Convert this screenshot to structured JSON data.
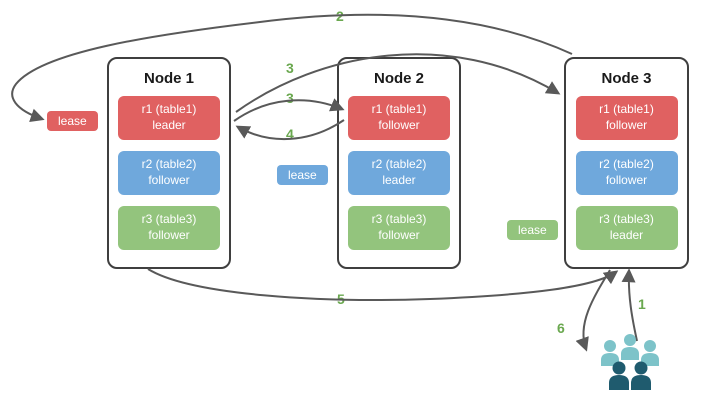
{
  "colors": {
    "replica_red": "#e06161",
    "replica_blue": "#6fa8dc",
    "replica_green": "#93c47d",
    "arrow": "#595959",
    "step_label": "#6aa84f",
    "node_border": "#3f3f3f",
    "client_light": "#7dc3c9",
    "client_dark": "#1f5b6e"
  },
  "nodes": [
    {
      "title": "Node 1",
      "replicas": [
        {
          "name": "r1 (table1)",
          "role": "leader"
        },
        {
          "name": "r2 (table2)",
          "role": "follower"
        },
        {
          "name": "r3 (table3)",
          "role": "follower"
        }
      ]
    },
    {
      "title": "Node 2",
      "replicas": [
        {
          "name": "r1 (table1)",
          "role": "follower"
        },
        {
          "name": "r2 (table2)",
          "role": "leader"
        },
        {
          "name": "r3 (table3)",
          "role": "follower"
        }
      ]
    },
    {
      "title": "Node 3",
      "replicas": [
        {
          "name": "r1 (table1)",
          "role": "follower"
        },
        {
          "name": "r2 (table2)",
          "role": "follower"
        },
        {
          "name": "r3 (table3)",
          "role": "leader"
        }
      ]
    }
  ],
  "leases": [
    {
      "label": "lease",
      "table": "table1"
    },
    {
      "label": "lease",
      "table": "table2"
    },
    {
      "label": "lease",
      "table": "table3"
    }
  ],
  "steps": {
    "s1": "1",
    "s2": "2",
    "s3a": "3",
    "s3b": "3",
    "s4": "4",
    "s5": "5",
    "s6": "6"
  }
}
